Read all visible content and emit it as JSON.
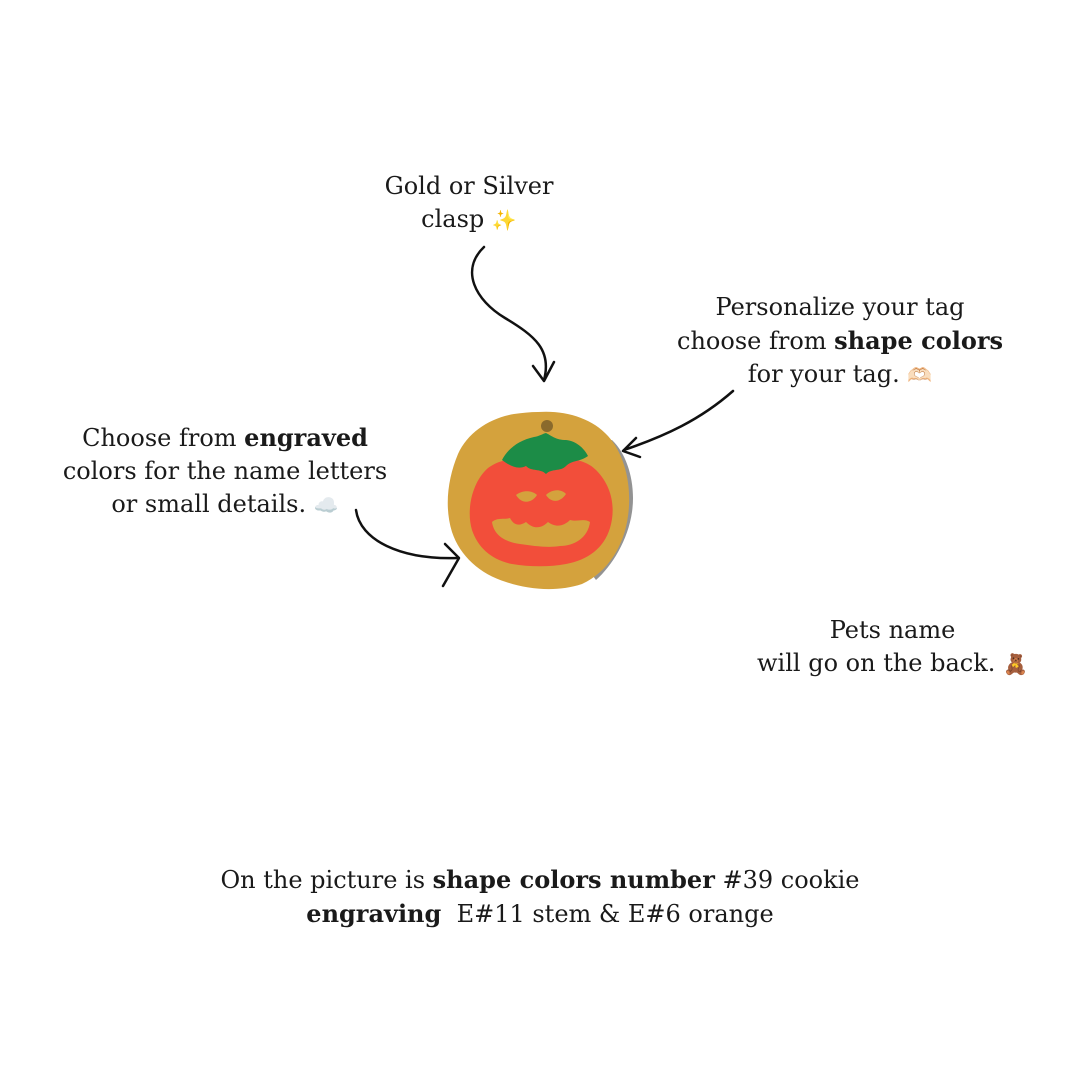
{
  "clasp_note": {
    "line1": "Gold or Silver",
    "line2": "clasp",
    "emoji": "✨"
  },
  "shape_note": {
    "line1": "Personalize your tag",
    "line2_prefix": "choose from ",
    "line2_bold": "shape colors",
    "line3": "for your tag.",
    "emoji": "🫶🏻"
  },
  "engrave_note": {
    "line1_prefix": "Choose from ",
    "line1_bold": "engraved",
    "line2": "colors for the name letters",
    "line3": "or small details.",
    "emoji": "☁️"
  },
  "back_note": {
    "line1": "Pets name",
    "line2": "will go on the back.",
    "emoji": "🧸"
  },
  "footer": {
    "line1_prefix": "On the picture is ",
    "line1_bold": "shape colors number",
    "line1_suffix": " #39 cookie",
    "line2_bold": "engraving",
    "line2_suffix": "E#11 stem & E#6 orange"
  },
  "colors": {
    "cookie": "#D4A23D",
    "pumpkin": "#F24E3A",
    "stem": "#1C8C47",
    "hole": "#8A6A2C"
  }
}
